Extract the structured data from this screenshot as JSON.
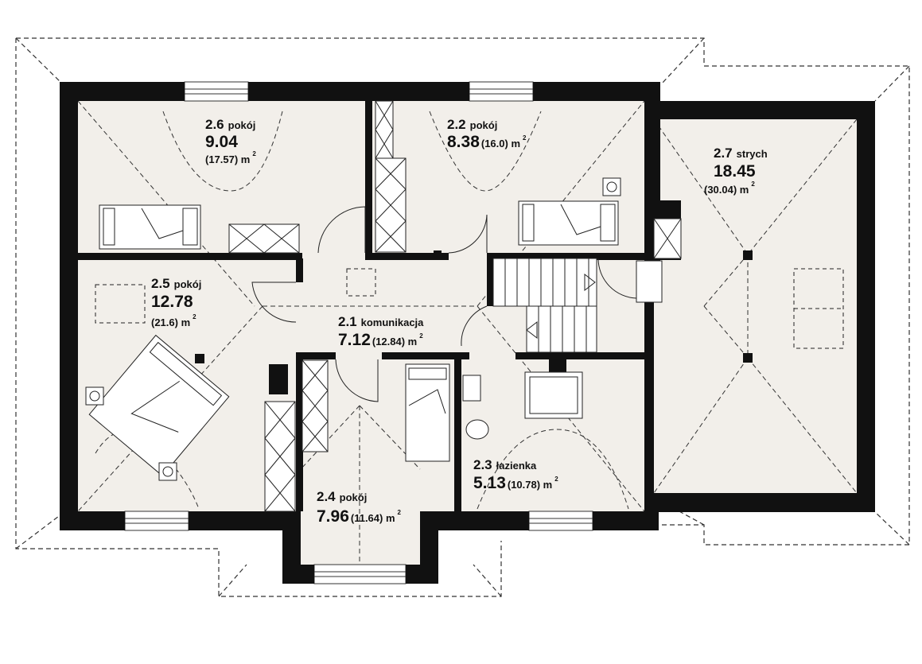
{
  "colors": {
    "wall": "#111111",
    "floor": "#f2efea",
    "line": "#222222",
    "fill_white": "#ffffff"
  },
  "rooms": [
    {
      "id": "2.6",
      "number": "2.6",
      "name": "pokój",
      "area": "9.04",
      "extra": "(17.57) m",
      "unit": "m",
      "sup": "2"
    },
    {
      "id": "2.2",
      "number": "2.2",
      "name": "pokój",
      "area": "8.38",
      "extra": "(16.0) m",
      "unit": "m",
      "sup": "2"
    },
    {
      "id": "2.7",
      "number": "2.7",
      "name": "strych",
      "area": "18.45",
      "extra": "(30.04) m",
      "unit": "m",
      "sup": "2"
    },
    {
      "id": "2.5",
      "number": "2.5",
      "name": "pokój",
      "area": "12.78",
      "extra": "(21.6) m",
      "unit": "m",
      "sup": "2"
    },
    {
      "id": "2.1",
      "number": "2.1",
      "name": "komunikacja",
      "area": "7.12",
      "extra": "(12.84) m",
      "unit": "m",
      "sup": "2"
    },
    {
      "id": "2.3",
      "number": "2.3",
      "name": "łazienka",
      "area": "5.13",
      "extra": "(10.78) m",
      "unit": "m",
      "sup": "2"
    },
    {
      "id": "2.4",
      "number": "2.4",
      "name": "pokój",
      "area": "7.96",
      "extra": "(11.64) m",
      "unit": "m",
      "sup": "2"
    }
  ]
}
